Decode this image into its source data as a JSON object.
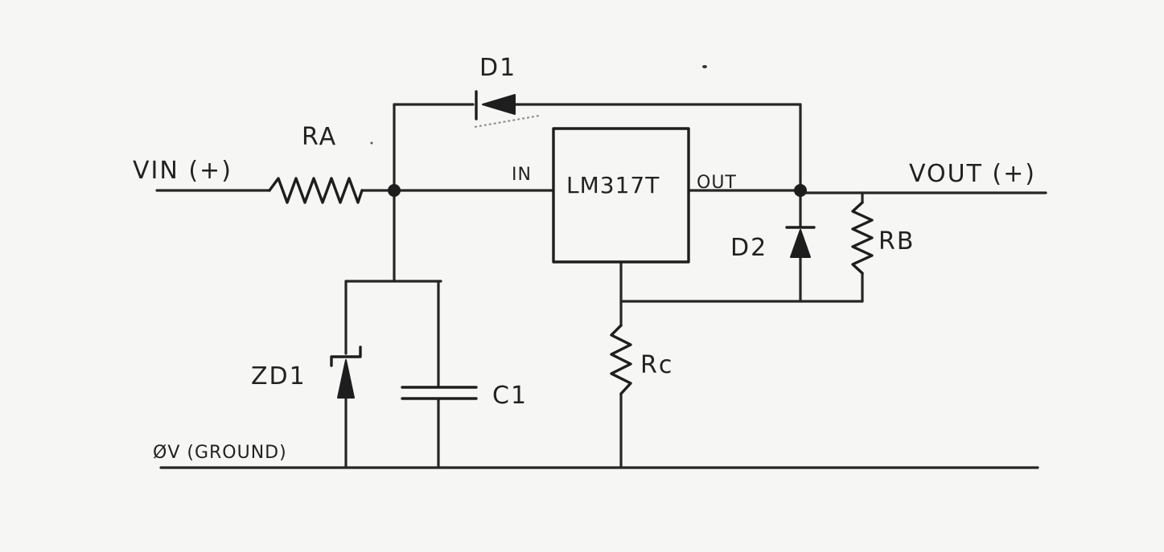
{
  "diagram": {
    "labels": {
      "vin": "VIN (+)",
      "vout": "VOUT (+)",
      "ground": "ØV (GROUND)",
      "ra": "RA",
      "rb": "RB",
      "rc": "Rc",
      "d1": "D1",
      "d2": "D2",
      "zd1": "ZD1",
      "c1": "C1",
      "ic_name": "LM317T",
      "ic_in": "IN",
      "ic_out": "OUT"
    },
    "colors": {
      "paper": "#f6f6f4",
      "ink": "#222222"
    }
  }
}
